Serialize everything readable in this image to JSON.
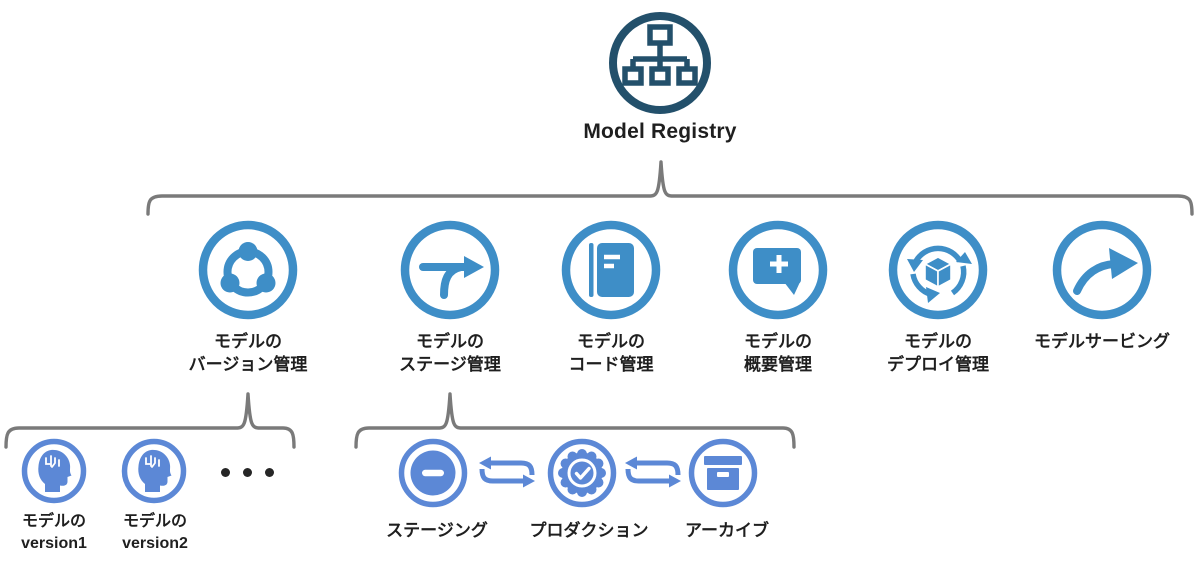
{
  "colors": {
    "primary": "#3e8ec7",
    "secondary": "#5c88d6",
    "dark": "#23506b",
    "brace": "#7a7a7a",
    "text": "#1f1f1f"
  },
  "root": {
    "title": "Model Registry",
    "icon": "hierarchy-sitemap-icon"
  },
  "features": [
    {
      "line1": "モデルの",
      "line2": "バージョン管理",
      "icon": "share-nodes-icon"
    },
    {
      "line1": "モデルの",
      "line2": "ステージ管理",
      "icon": "merge-arrow-icon"
    },
    {
      "line1": "モデルの",
      "line2": "コード管理",
      "icon": "notebook-icon"
    },
    {
      "line1": "モデルの",
      "line2": "概要管理",
      "icon": "comment-plus-icon"
    },
    {
      "line1": "モデルの",
      "line2": "デプロイ管理",
      "icon": "deploy-cycle-box-icon"
    },
    {
      "line1": "モデルサービング",
      "line2": "",
      "icon": "forward-arrow-icon"
    }
  ],
  "versions": {
    "items": [
      {
        "line1": "モデルの",
        "line2": "version1",
        "icon": "model-head-icon"
      },
      {
        "line1": "モデルの",
        "line2": "version2",
        "icon": "model-head-icon"
      }
    ],
    "ellipsis": "・・・"
  },
  "stages": {
    "items": [
      {
        "label": "ステージング",
        "icon": "minus-circle-icon"
      },
      {
        "label": "プロダクション",
        "icon": "verified-badge-icon"
      },
      {
        "label": "アーカイブ",
        "icon": "archive-box-icon"
      }
    ],
    "swap_icon": "swap-arrows-icon"
  }
}
